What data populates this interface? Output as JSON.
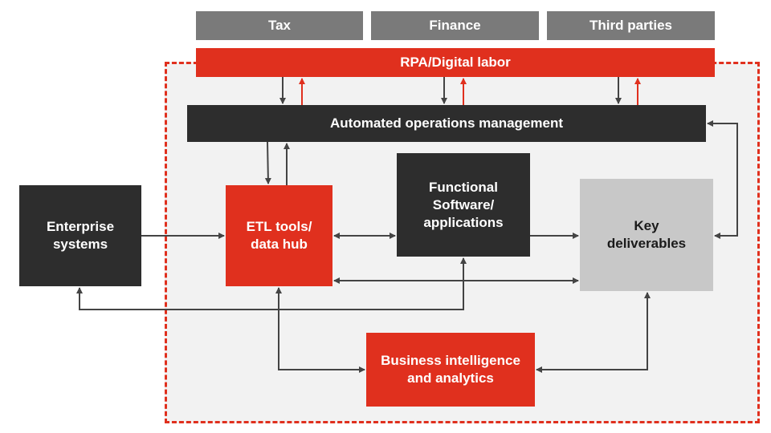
{
  "stakeholders": [
    "Tax",
    "Finance",
    "Third parties"
  ],
  "rpa": "RPA/Digital labor",
  "aom": "Automated operations management",
  "enterprise": "Enterprise systems",
  "etl": "ETL tools/ data hub",
  "functional": "Functional Software/ applications",
  "deliverables": "Key deliverables",
  "bi": "Business intelligence and analytics",
  "colors": {
    "red": "#e0301e",
    "dark": "#2d2d2d",
    "gray": "#7a7a7a",
    "light": "#c8c8c8"
  }
}
